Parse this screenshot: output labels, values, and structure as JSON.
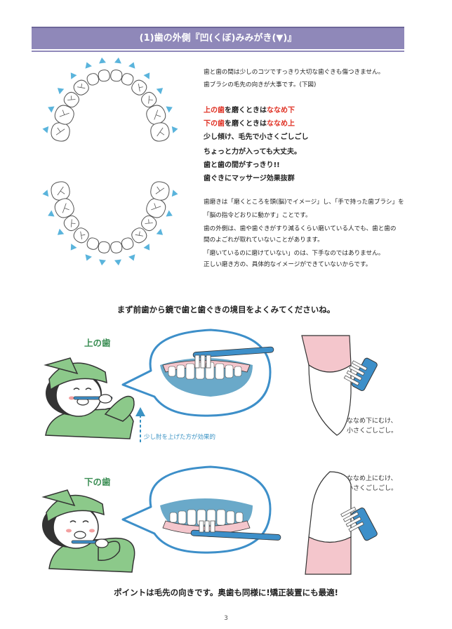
{
  "header": {
    "title": "(1)歯の外側『凹(くぼ)みみがき(▼)』"
  },
  "intro": {
    "line1": "歯と歯の間は少しのコツですっきり大切な歯ぐきも傷つきません。",
    "line2": "歯ブラシの毛先の向きが大事です。(下図)"
  },
  "points": {
    "upper_prefix": "上の歯",
    "upper_suffix": "を磨くときは",
    "upper_em": "ななめ下",
    "lower_prefix": "下の歯",
    "lower_suffix": "を磨くときは",
    "lower_em": "ななめ上",
    "p3": "少し傾け、毛先で小さくごしごし",
    "p4": "ちょっと力が入っても大丈夫。",
    "p5": "歯と歯の間がすっきり!!",
    "p6": "歯ぐきにマッサージ効果抜群"
  },
  "explanation": {
    "l1": "歯磨きは「磨くところを頭(脳)でイメージ」し、「手で持った歯ブラシ」を",
    "l2": "「脳の指令どおりに動かす」ことです。",
    "l3": "歯の外側は、歯や歯ぐきがすり減るくらい磨いている人でも、歯と歯の",
    "l4": "間のよごれが取れていないことがあります。",
    "l5": "「磨いているのに磨けていない」のは、下手なのではありません。",
    "l6": "正しい磨き方の、具体的なイメージができていないからです。"
  },
  "sub_heading": "まず前歯から鏡で歯と歯ぐきの境目をよくみてくださいね。",
  "upper_section": {
    "label": "上の歯",
    "elbow_note": "少し肘を上げた方が効果的",
    "note1": "ななめ下にむけ、",
    "note2": "小さくごしごし。"
  },
  "lower_section": {
    "label": "下の歯",
    "note1": "ななめ上にむけ、",
    "note2": "小さくごしごし。"
  },
  "footer": "ポイントは毛先の向きです。奥歯も同様に!矯正装置にも最適!",
  "page_number": "3",
  "colors": {
    "header_bg": "#8f88b9",
    "accent_red": "#e03326",
    "arrow_blue": "#5ab4dc",
    "brush_blue": "#3d8fc9",
    "gum_pink": "#f4c6cc",
    "shirt_green": "#8cc98a",
    "label_green": "#3c8f55"
  },
  "icons": {
    "tooth": "tooth-icon",
    "arrow": "triangle-arrow-icon",
    "toothbrush": "toothbrush-icon",
    "child": "child-brushing-illustration"
  }
}
